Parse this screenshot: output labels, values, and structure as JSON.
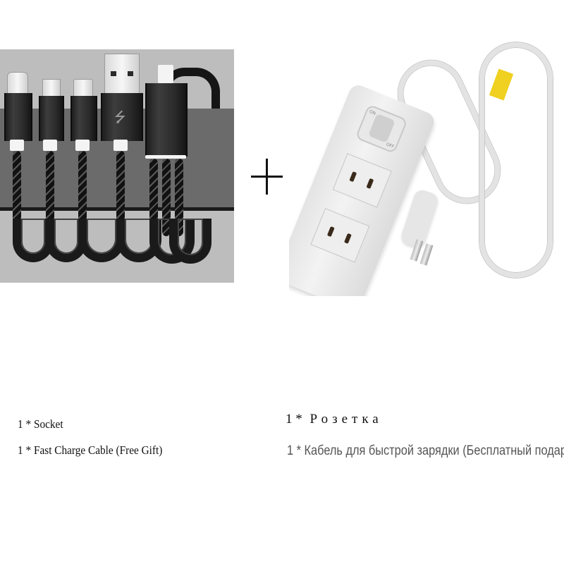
{
  "images": {
    "left": {
      "description": "Braided fast charge cables: USB-C, Micro-USB, Lightning, USB-A, magnetic connector",
      "connectors": [
        "usb-c",
        "micro-usb",
        "lightning",
        "usb-a",
        "magnetic"
      ],
      "usb_symbol": "⭍",
      "colors": {
        "background": "#bdbdbd",
        "band": "#6b6b6b",
        "cable": "#151515",
        "collar": "#f4f4f4"
      }
    },
    "plus_symbol": "+",
    "right": {
      "description": "White 2-outlet power strip with switch and cord",
      "switch_labels": {
        "on": "ON",
        "off": "OFF"
      },
      "colors": {
        "body": "#eeeeee",
        "tag": "#f0d020"
      }
    }
  },
  "captions": {
    "english": [
      {
        "qty": "1 *",
        "text": "Socket"
      },
      {
        "qty": "1 *",
        "text": "Fast Charge Cable (Free Gift)"
      }
    ],
    "russian": [
      {
        "qty": "1 *",
        "text": "Розетка"
      },
      {
        "qty": "1 *",
        "text": "Кабель для быстрой зарядки (Бесплатный подарок)"
      }
    ]
  }
}
